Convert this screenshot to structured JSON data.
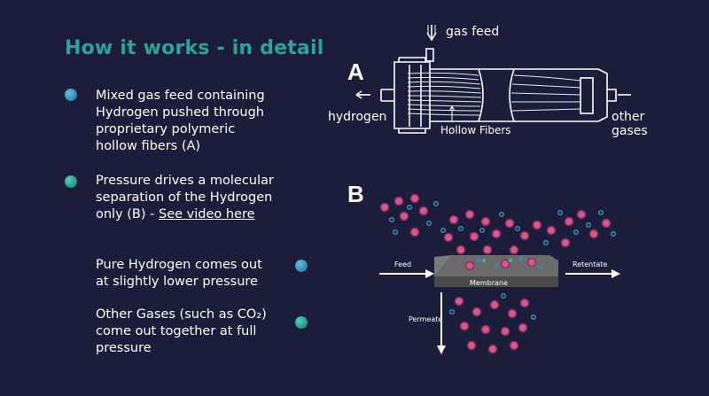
{
  "slide": {
    "title": "How it works - in detail",
    "bullets": [
      {
        "lines": [
          "Mixed gas feed containing",
          "Hydrogen pushed through",
          "proprietary polymeric",
          "hollow fibers (A)"
        ],
        "color": "#2f8fb0"
      },
      {
        "lines": [
          "Pressure drives a molecular",
          "separation of the Hydrogen"
        ],
        "last_prefix": "only (B) - ",
        "link": "See video here",
        "color": "#1f9a8a"
      },
      {
        "lines": [
          "Pure Hydrogen comes out",
          "at slightly lower pressure"
        ],
        "color": "#2f8fb0"
      },
      {
        "lines": [
          "Other Gases (such as CO₂)",
          "come out together at full",
          "pressure"
        ],
        "color": "#1f9a8a"
      }
    ]
  },
  "diagram_a": {
    "label": "A",
    "gas_feed": "gas feed",
    "hydrogen": "hydrogen",
    "hollow_fibers": "Hollow Fibers",
    "other_gases": [
      "other",
      "gases"
    ]
  },
  "diagram_b": {
    "label": "B",
    "feed": "Feed",
    "retentate": "Retentate",
    "membrane": "Membrane",
    "permeate": "Permeate",
    "large_molecule_color": "#c2427a",
    "small_molecule_color": "#3b8db8"
  }
}
